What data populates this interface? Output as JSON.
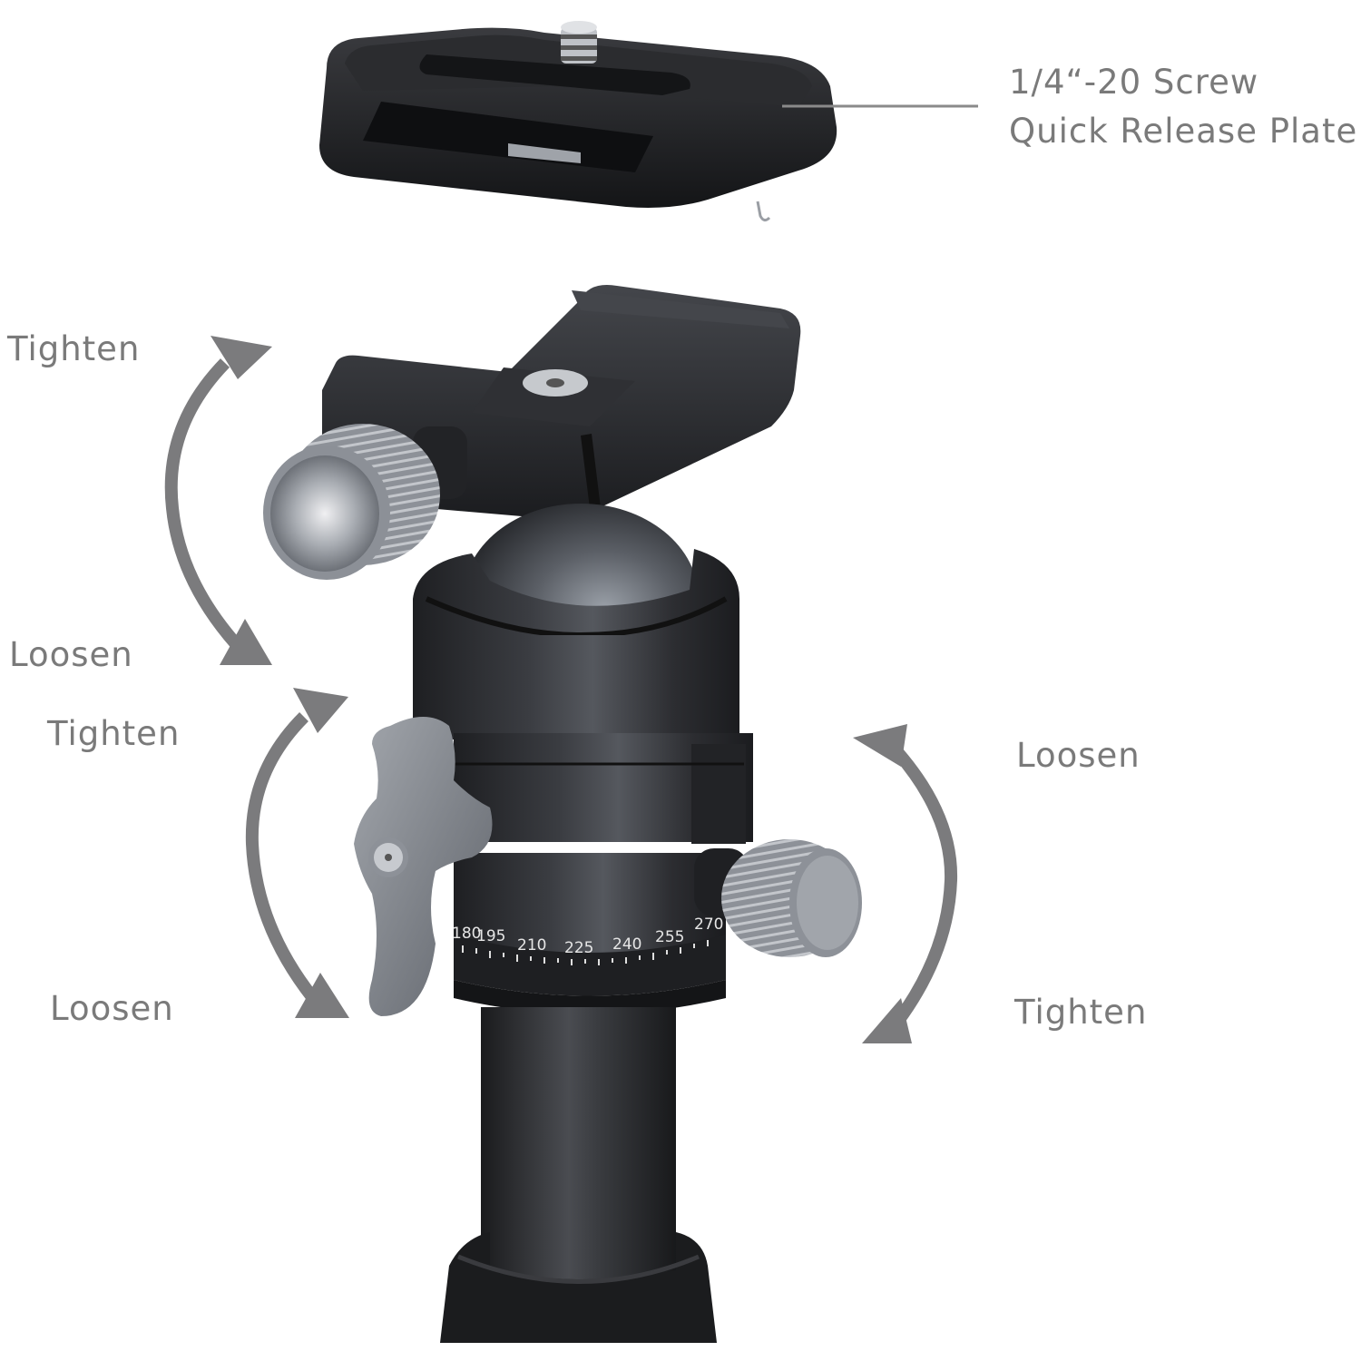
{
  "callout": {
    "line1": "1/4“-20 Screw",
    "line2": "Quick Release Plate",
    "leader_color": "#8a8a8a"
  },
  "labels": {
    "top_knob_tighten": "Tighten",
    "top_knob_loosen": "Loosen",
    "wing_knob_tighten": "Tighten",
    "wing_knob_loosen": "Loosen",
    "pan_knob_loosen": "Loosen",
    "pan_knob_tighten": "Tighten"
  },
  "dial": {
    "visible_marks": [
      "180",
      "195",
      "210",
      "225",
      "240",
      "255",
      "270"
    ]
  },
  "colors": {
    "text": "#7a7a7a",
    "arrow": "#7b7b7d",
    "body_dark": "#2b2c2f",
    "knob_metal": "#8f949b",
    "background": "#ffffff"
  },
  "parts": [
    "quick-release-plate",
    "clamp",
    "clamp-knob",
    "ball",
    "ball-housing",
    "wing-lock-knob",
    "pan-lock-knob",
    "panorama-dial",
    "center-column",
    "leg-collar"
  ]
}
